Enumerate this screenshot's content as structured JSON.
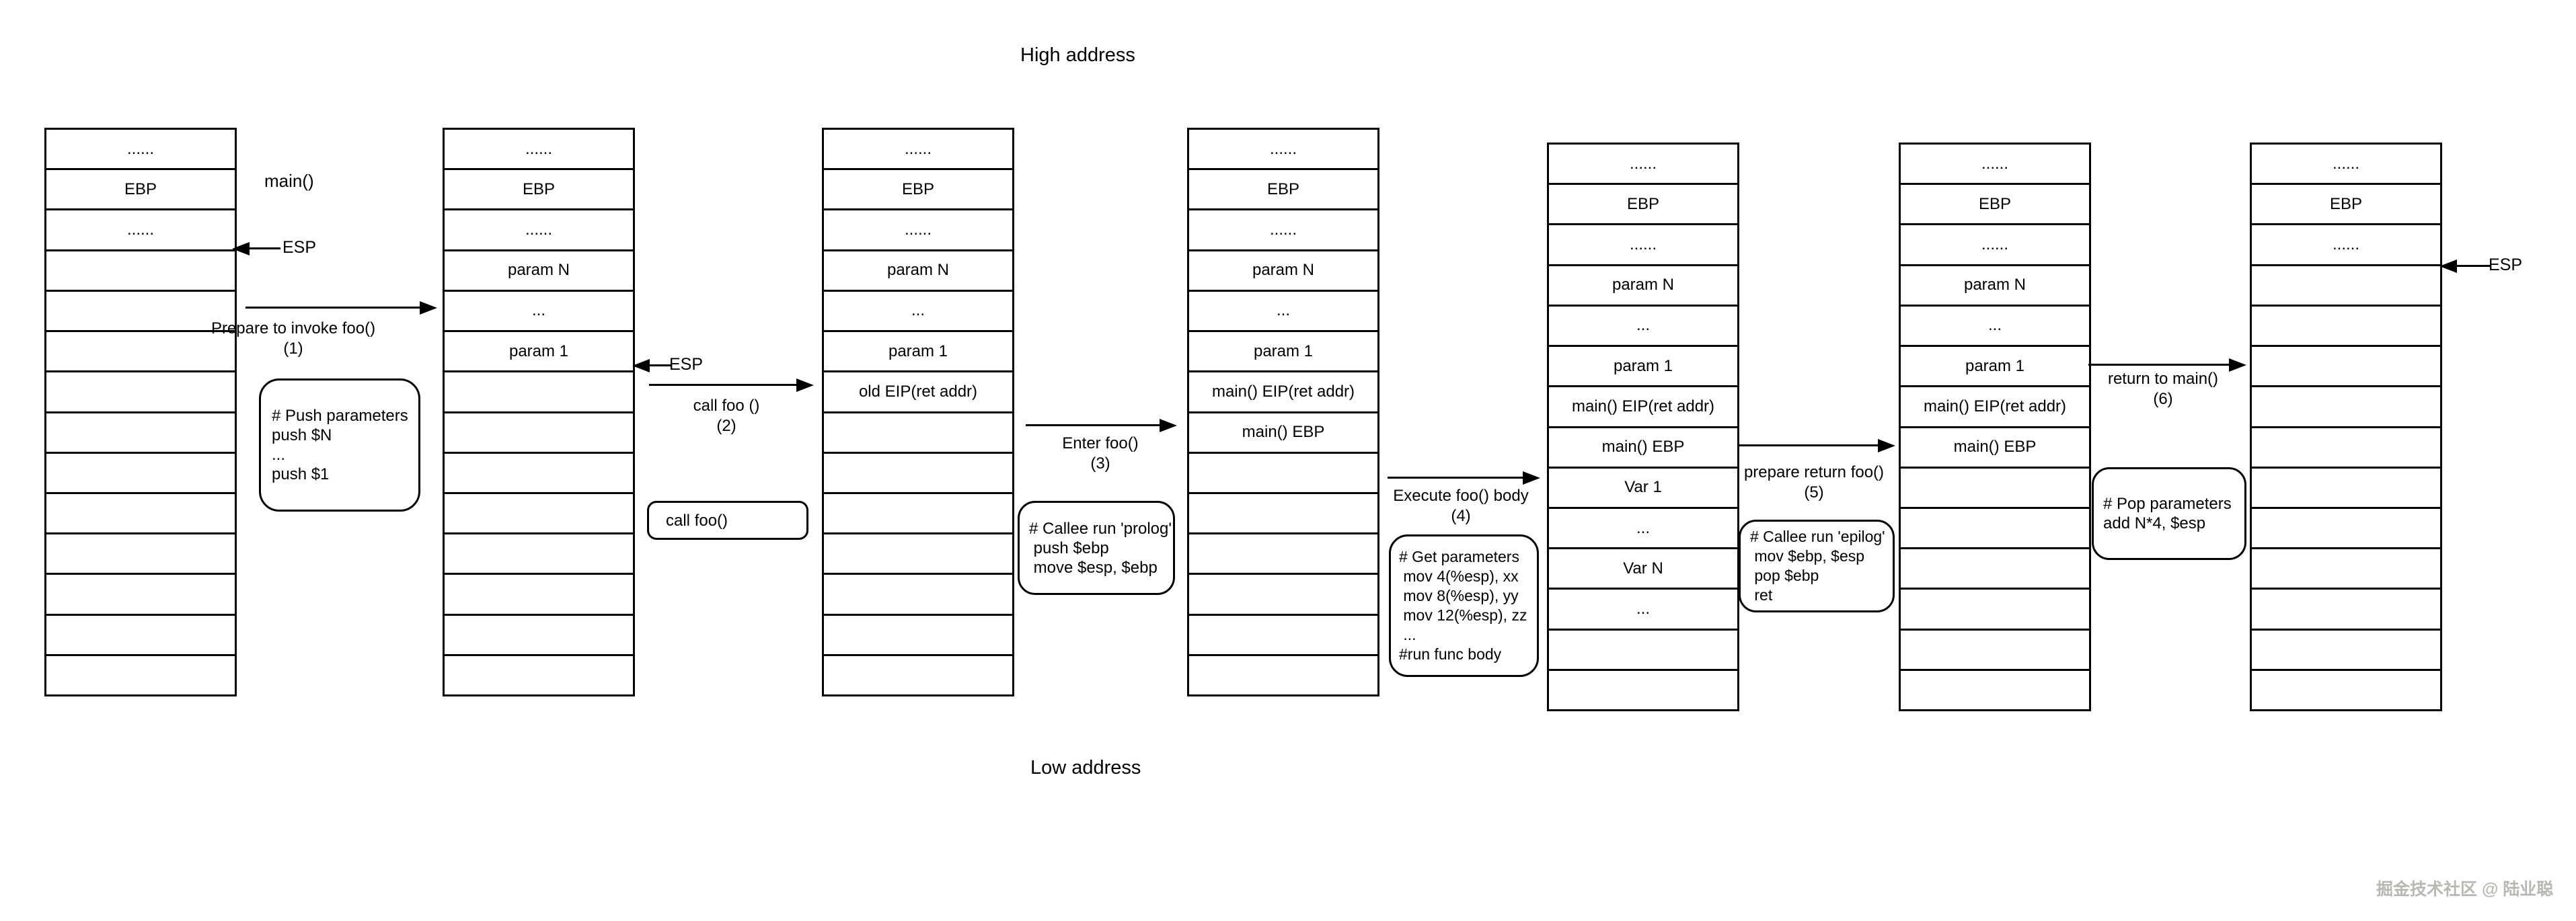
{
  "titles": {
    "top": "High address",
    "bottom": "Low address"
  },
  "context_label": "main()",
  "esp_label": "ESP",
  "watermark": "掘金技术社区 @ 陆业聪",
  "columns": [
    {
      "name": "stack-initial",
      "cells": [
        "......",
        "EBP",
        "......",
        "",
        "",
        "",
        "",
        "",
        "",
        "",
        "",
        "",
        "",
        ""
      ]
    },
    {
      "name": "stack-params-pushed",
      "cells": [
        "......",
        "EBP",
        "......",
        "param N",
        "...",
        "param 1",
        "",
        "",
        "",
        "",
        "",
        "",
        "",
        ""
      ]
    },
    {
      "name": "stack-after-call",
      "cells": [
        "......",
        "EBP",
        "......",
        "param N",
        "...",
        "param 1",
        "old EIP(ret addr)",
        "",
        "",
        "",
        "",
        "",
        "",
        ""
      ]
    },
    {
      "name": "stack-after-prolog",
      "cells": [
        "......",
        "EBP",
        "......",
        "param N",
        "...",
        "param 1",
        "main() EIP(ret addr)",
        "main() EBP",
        "",
        "",
        "",
        "",
        "",
        ""
      ]
    },
    {
      "name": "stack-foo-executing",
      "cells": [
        "......",
        "EBP",
        "......",
        "param N",
        "...",
        "param 1",
        "main() EIP(ret addr)",
        "main() EBP",
        "Var 1",
        "...",
        "Var N",
        "...",
        "",
        ""
      ]
    },
    {
      "name": "stack-before-return",
      "cells": [
        "......",
        "EBP",
        "......",
        "param N",
        "...",
        "param 1",
        "main() EIP(ret addr)",
        "main() EBP",
        "",
        "",
        "",
        "",
        "",
        ""
      ]
    },
    {
      "name": "stack-returned",
      "cells": [
        "......",
        "EBP",
        "......",
        "",
        "",
        "",
        "",
        "",
        "",
        "",
        "",
        "",
        "",
        ""
      ]
    }
  ],
  "steps": [
    {
      "label": "Prepare to invoke foo()",
      "num": "(1)"
    },
    {
      "label": "call foo ()",
      "num": "(2)"
    },
    {
      "label": "Enter foo()",
      "num": "(3)"
    },
    {
      "label": "Execute foo() body",
      "num": "(4)"
    },
    {
      "label": "prepare return foo()",
      "num": "(5)"
    },
    {
      "label": "return to main()",
      "num": "(6)"
    }
  ],
  "notes": [
    {
      "name": "note-push-parameters",
      "lines": [
        "# Push parameters",
        "push $N",
        "...",
        "push $1"
      ]
    },
    {
      "name": "note-call-foo",
      "lines": [
        "call foo()"
      ]
    },
    {
      "name": "note-prolog",
      "lines": [
        "# Callee run 'prolog'",
        " push $ebp",
        " move $esp, $ebp"
      ]
    },
    {
      "name": "note-get-parameters",
      "lines": [
        "# Get parameters",
        " mov 4(%esp), xx",
        " mov 8(%esp), yy",
        " mov 12(%esp), zz",
        " ...",
        "#run func body"
      ]
    },
    {
      "name": "note-epilog",
      "lines": [
        "# Callee run 'epilog'",
        " mov $ebp, $esp",
        " pop $ebp",
        " ret"
      ]
    },
    {
      "name": "note-pop-parameters",
      "lines": [
        "# Pop parameters",
        "add N*4, $esp"
      ]
    }
  ]
}
